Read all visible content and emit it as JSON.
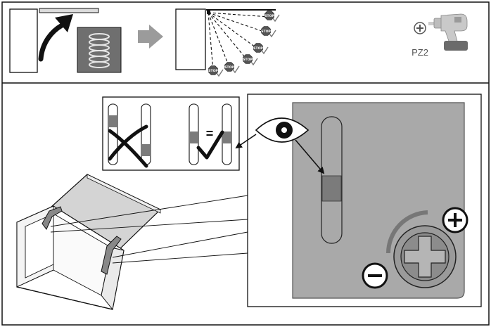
{
  "tool": {
    "bit_label": "PZ2",
    "icons": [
      "phillips-bit-icon",
      "cordless-drill-icon"
    ]
  },
  "stop_badges": {
    "text": "STOP",
    "count": 6
  },
  "comparison": {
    "equal_sign": "="
  },
  "adjuster": {
    "plus_symbol": "+",
    "minus_symbol": "−"
  },
  "colors": {
    "panel_gray": "#a9a9a9",
    "panel_border": "#555555",
    "slot_fill": "#7b7b7b",
    "spring_box": "#6f6f6f",
    "arrow_gray": "#9b9b9b",
    "ink": "#111111"
  }
}
